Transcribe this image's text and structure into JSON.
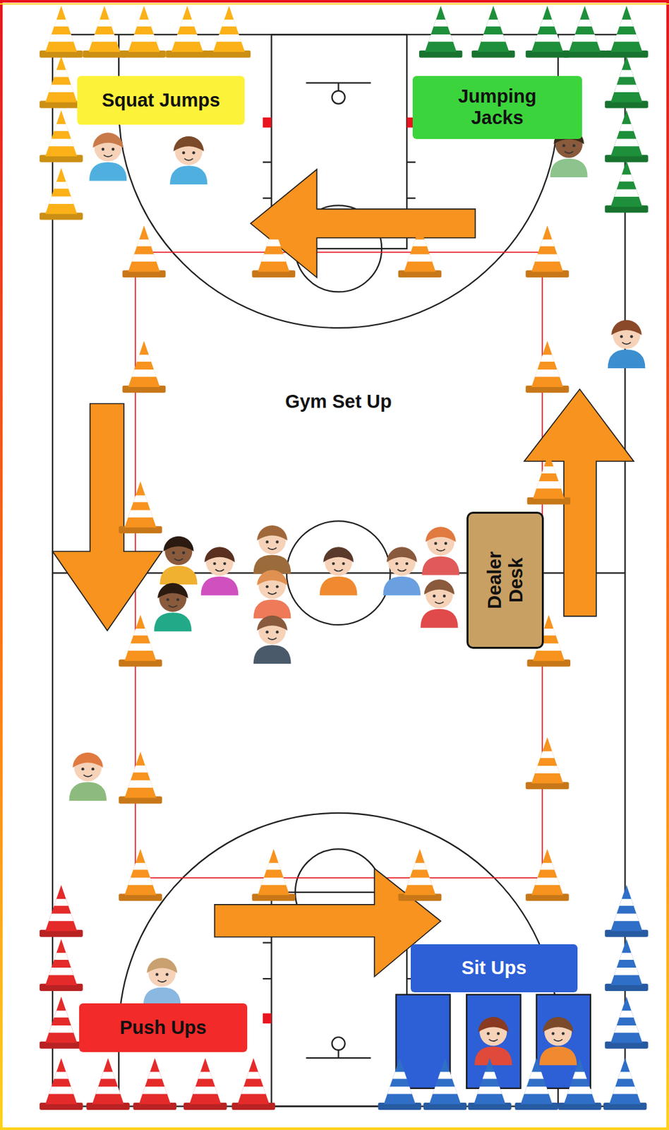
{
  "diagram": {
    "title": "Gym Set Up",
    "nodes": [
      {
        "text": [
          "Squat Jumps"
        ]
      },
      {
        "text": [
          "Jumping Jacks"
        ]
      },
      {
        "text": [
          "Dealer Desk"
        ]
      },
      {
        "text": [
          "Sit Ups"
        ]
      },
      {
        "text": [
          "Push Ups"
        ]
      }
    ]
  }
}
